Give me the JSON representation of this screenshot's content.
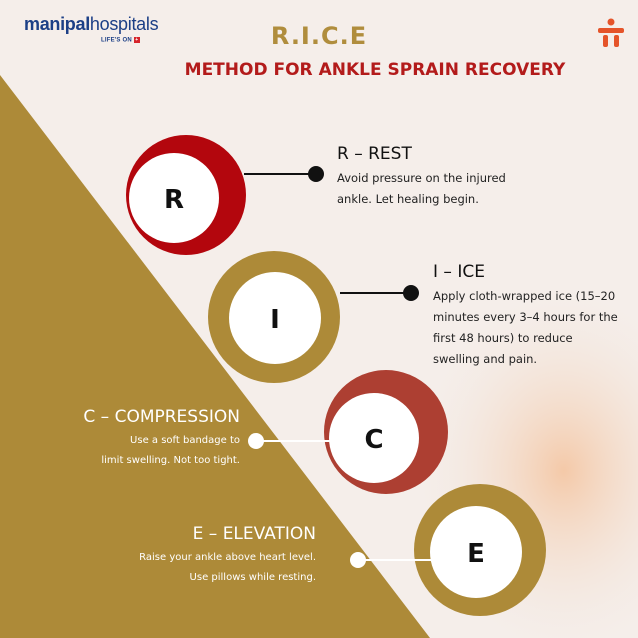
{
  "brand": {
    "name_bold": "manipal",
    "name_regular": "hospitals",
    "tagline": "LIFE'S ON",
    "tagline_mark": "+"
  },
  "header": {
    "title": "R.I.C.E",
    "subtitle": "METHOD FOR ANKLE SPRAIN RECOVERY"
  },
  "steps": [
    {
      "letter": "R",
      "heading": "R – REST",
      "lines": [
        "Avoid pressure on the injured",
        "ankle. Let healing begin."
      ]
    },
    {
      "letter": "I",
      "heading": "I – ICE",
      "lines": [
        "Apply cloth-wrapped ice (15–20",
        "minutes every 3–4 hours for the",
        "first 48 hours) to reduce",
        "swelling and pain."
      ]
    },
    {
      "letter": "C",
      "heading": "C – COMPRESSION",
      "lines": [
        "Use a soft bandage to",
        "limit swelling. Not too tight."
      ]
    },
    {
      "letter": "E",
      "heading": "E – ELEVATION",
      "lines": [
        "Raise your ankle above heart level.",
        "Use pillows while resting."
      ]
    }
  ],
  "colors": {
    "gold": "#ad8a38",
    "red": "#b3060d",
    "rust": "#ad3f32",
    "orange_logo": "#e5542a"
  }
}
